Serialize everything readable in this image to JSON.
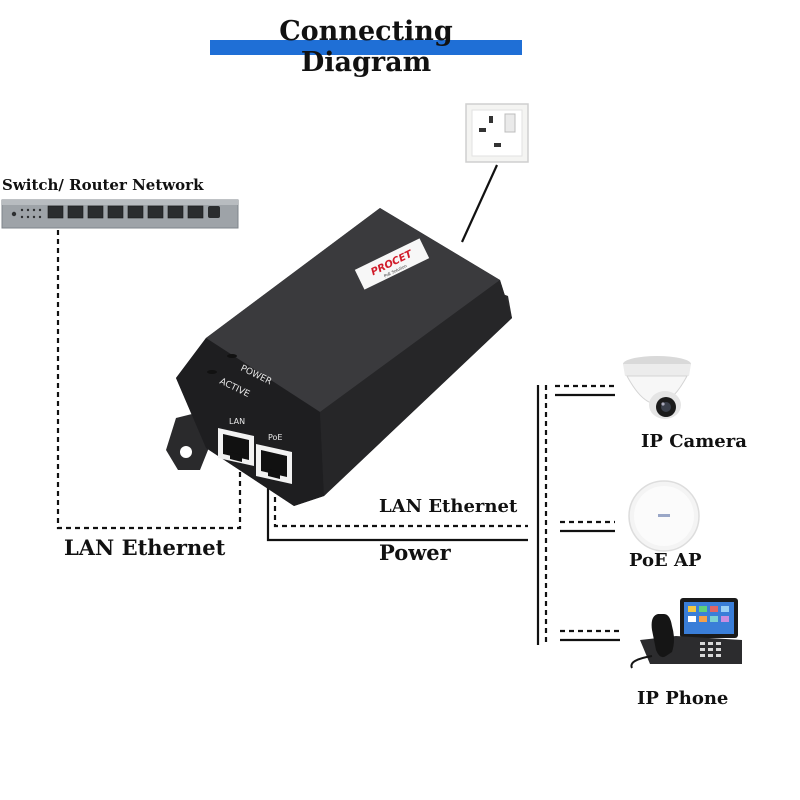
{
  "title": "Connecting Diagram",
  "labels": {
    "switch_router": "Switch/ Router Network",
    "lan_ethernet_left": "LAN Ethernet",
    "lan_ethernet_right": "LAN Ethernet",
    "power": "Power",
    "ip_camera": "IP Camera",
    "poe_ap": "PoE AP",
    "ip_phone": "IP Phone"
  },
  "device": {
    "logo": "PROCET",
    "logo_tagline": "PoE Solution",
    "led_power": "POWER",
    "led_active": "ACTIVE",
    "port_lan": "LAN",
    "port_poe": "PoE"
  },
  "colors": {
    "title_underline": "#1f6fd6",
    "injector_body": "#2b2b2d",
    "cable": "#111111"
  }
}
